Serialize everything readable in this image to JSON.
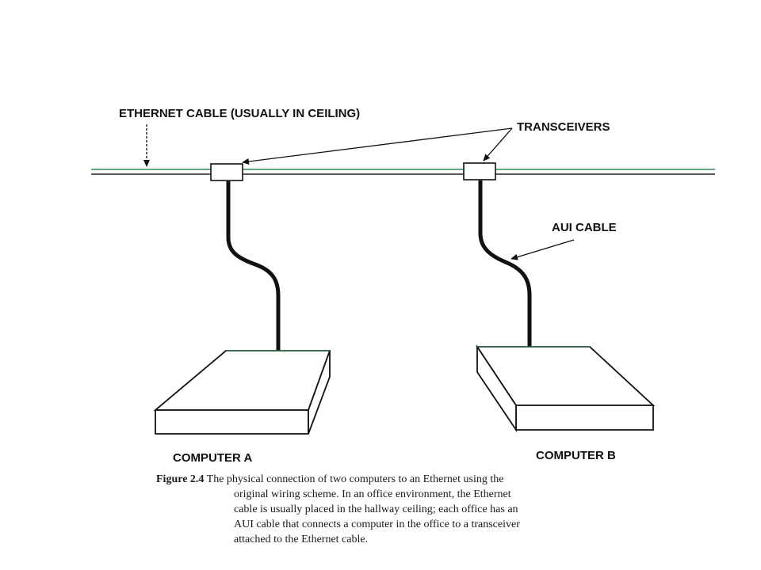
{
  "labels": {
    "ethernet_cable": "ETHERNET CABLE (USUALLY IN CEILING)",
    "transceivers": "TRANSCEIVERS",
    "aui_cable": "AUI CABLE",
    "computer_a": "COMPUTER A",
    "computer_b": "COMPUTER B"
  },
  "caption": {
    "figure_number": "Figure 2.4",
    "line1": "The physical connection of two computers to an Ethernet using the",
    "line2": "original wiring scheme.  In an office environment, the Ethernet",
    "line3": "cable is usually placed in the hallway ceiling; each office has an",
    "line4": "AUI cable that connects a computer in the office to a transceiver",
    "line5": "attached to the Ethernet cable."
  },
  "colors": {
    "cable_green": "#2e8b57",
    "ink": "#111111"
  }
}
